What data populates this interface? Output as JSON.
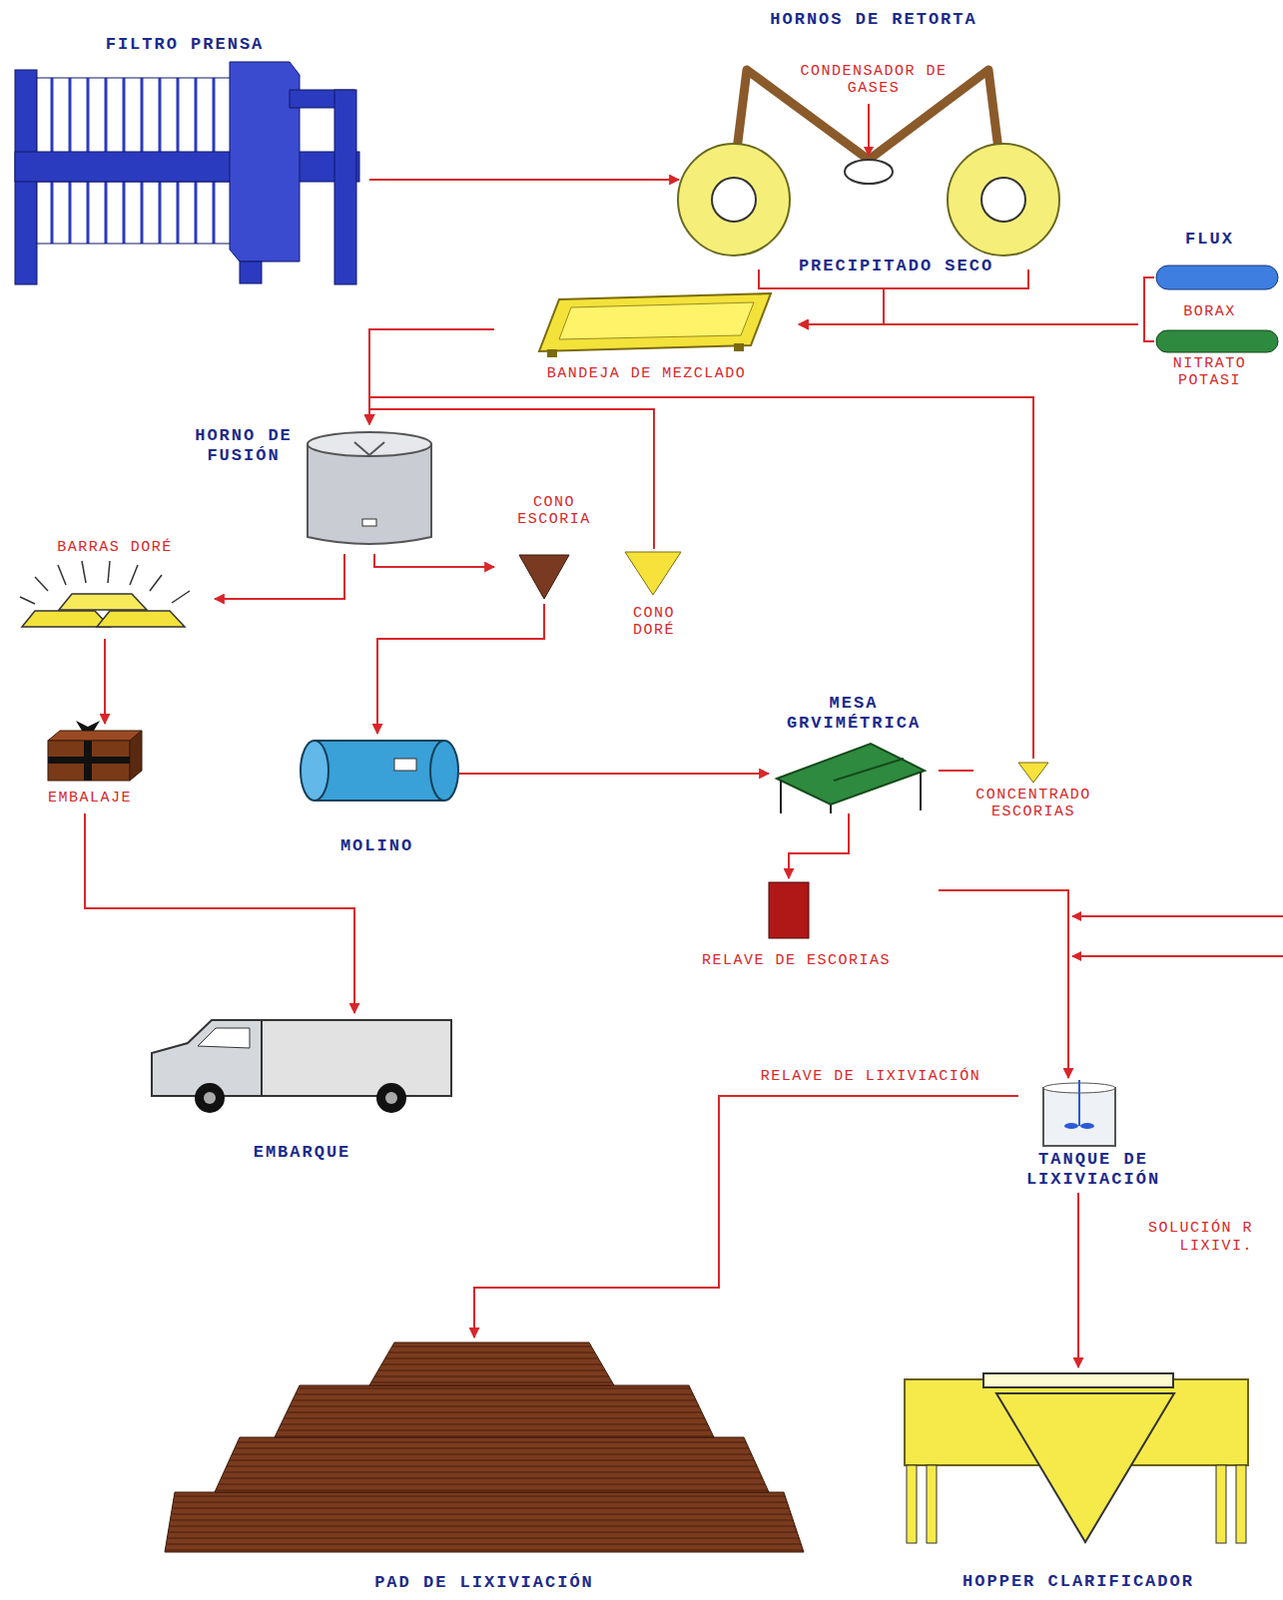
{
  "diagram": {
    "nodes": [
      {
        "text": [
          "FILTRO PRENSA"
        ]
      },
      {
        "text": [
          "HORNOS DE RETORTA",
          "CONDENSADOR DE GASES",
          "PRECIPITADO SECO"
        ]
      },
      {
        "text": [
          "FLUX",
          "BORAX",
          "NITRATO POTASI"
        ]
      },
      {
        "text": [
          "BANDEJA DE MEZCLADO"
        ]
      },
      {
        "text": [
          "HORNO DE FUSIÓN"
        ]
      },
      {
        "text": [
          "CONO ESCORIA"
        ]
      },
      {
        "text": [
          "CONO DORÉ"
        ]
      },
      {
        "text": [
          "BARRAS DORÉ"
        ]
      },
      {
        "text": [
          "EMBALAJE"
        ]
      },
      {
        "text": [
          "MOLINO"
        ]
      },
      {
        "text": [
          "MESA GRVIMÉTRICA"
        ]
      },
      {
        "text": [
          "CONCENTRADO ESCORIAS"
        ]
      },
      {
        "text": [
          "RELAVE DE ESCORIAS"
        ]
      },
      {
        "text": [
          "TANQUE DE LIXIVIACIÓN"
        ]
      },
      {
        "text": [
          "EMBARQUE"
        ]
      },
      {
        "text": [
          "PAD DE LIXIVIACIÓN"
        ]
      },
      {
        "text": [
          "HOPPER CLARIFICADOR"
        ]
      }
    ],
    "edges": [
      {
        "from": 0,
        "to": 1,
        "arrow": "to"
      },
      {
        "from": 1,
        "to": 3,
        "arrow": "to"
      },
      {
        "from": 2,
        "to": 3,
        "arrow": "to"
      },
      {
        "from": 3,
        "to": 4,
        "arrow": "to"
      },
      {
        "from": 6,
        "to": 4,
        "arrow": "to"
      },
      {
        "from": 11,
        "to": 4,
        "arrow": "to"
      },
      {
        "from": 4,
        "to": 5,
        "arrow": "to"
      },
      {
        "from": 4,
        "to": 7,
        "arrow": "to"
      },
      {
        "from": 5,
        "to": 9,
        "arrow": "to"
      },
      {
        "from": 9,
        "to": 10,
        "arrow": "to"
      },
      {
        "from": 10,
        "to": 11,
        "arrow": "none"
      },
      {
        "from": 10,
        "to": 12,
        "arrow": "to"
      },
      {
        "from": 12,
        "to": 13,
        "arrow": "to"
      },
      {
        "from": 13,
        "to": 15,
        "label": "RELAVE DE LIXIVIACIÓN",
        "arrow": "to"
      },
      {
        "from": 13,
        "to": 16,
        "label": "SOLUCIÓN R LIXIVI.",
        "arrow": "to"
      },
      {
        "from": 7,
        "to": 8,
        "arrow": "to"
      },
      {
        "from": 8,
        "to": 14,
        "arrow": "to"
      }
    ]
  }
}
